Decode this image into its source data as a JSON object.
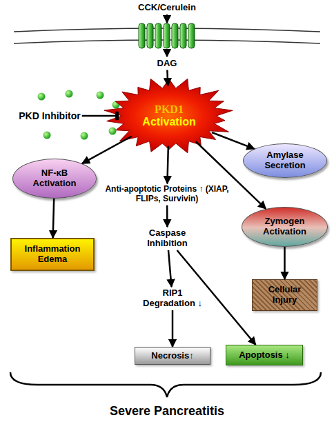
{
  "diagram": {
    "nodes": [
      {
        "text": [
          "CCK/Cerulein"
        ]
      },
      {
        "text": [
          "DAG"
        ]
      },
      {
        "text": [
          "PKD Inhibitor"
        ]
      },
      {
        "text": [
          "PKD1",
          "Activation"
        ]
      },
      {
        "text": [
          "Amylase Secretion"
        ]
      },
      {
        "text": [
          "NF-κB Activation"
        ]
      },
      {
        "text": [
          "Anti-apoptotic Proteins ↑ (XIAP, FLIPs, Survivin)"
        ]
      },
      {
        "text": [
          "Zymogen Activation"
        ]
      },
      {
        "text": [
          "Caspase Inhibition"
        ]
      },
      {
        "text": [
          "Inflammation Edema"
        ]
      },
      {
        "text": [
          "Cellular Injury"
        ]
      },
      {
        "text": [
          "RIP1 Degradation ↓"
        ]
      },
      {
        "text": [
          "Necrosis↑"
        ]
      },
      {
        "text": [
          "Apoptosis ↓"
        ]
      }
    ],
    "edges": [
      {
        "from": 1,
        "to": 3,
        "arrow": "to"
      },
      {
        "from": 2,
        "to": 3,
        "arrow": "to"
      },
      {
        "from": 3,
        "to": 4,
        "arrow": "to"
      },
      {
        "from": 3,
        "to": 5,
        "arrow": "to"
      },
      {
        "from": 3,
        "to": 6,
        "arrow": "to"
      },
      {
        "from": 3,
        "to": 7,
        "arrow": "to"
      },
      {
        "from": 5,
        "to": 9,
        "arrow": "to"
      },
      {
        "from": 6,
        "to": 8,
        "arrow": "to"
      },
      {
        "from": 7,
        "to": 10,
        "arrow": "to"
      },
      {
        "from": 8,
        "to": 11,
        "arrow": "to"
      },
      {
        "from": 8,
        "to": 13,
        "arrow": "to"
      },
      {
        "from": 11,
        "to": 12,
        "arrow": "to"
      }
    ],
    "labels": [
      "Severe Pancreatitis"
    ]
  }
}
